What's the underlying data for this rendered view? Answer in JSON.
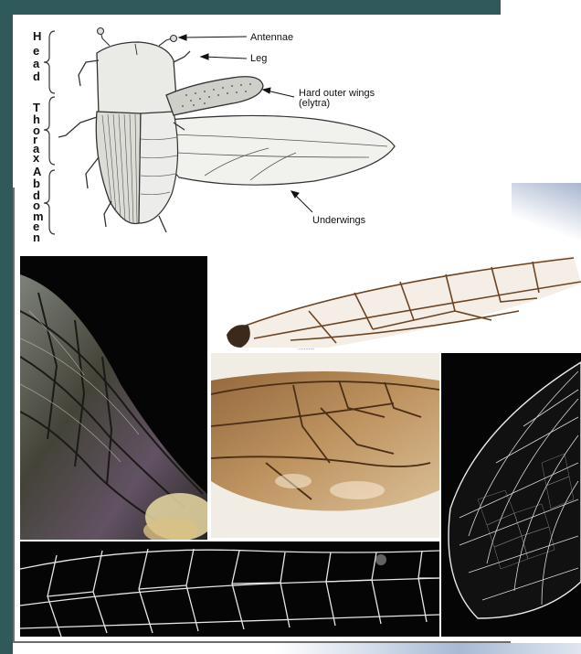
{
  "diagram": {
    "regions": {
      "head": [
        "H",
        "e",
        "a",
        "d"
      ],
      "thorax": [
        "T",
        "h",
        "o",
        "r",
        "a",
        "x"
      ],
      "abdomen": [
        "A",
        "b",
        "d",
        "o",
        "m",
        "e",
        "n"
      ]
    },
    "labels": {
      "antennae": "Antennae",
      "leg": "Leg",
      "elytra_line1": "Hard outer wings",
      "elytra_line2": "(elytra)",
      "underwings": "Underwings"
    }
  },
  "photos": {
    "strip_caption": "..........."
  },
  "colors": {
    "frame_teal": "#2f5a5c",
    "rule_gray": "#6d6d6d",
    "photo_black": "#050505",
    "amber_wing": "#b98a52"
  }
}
